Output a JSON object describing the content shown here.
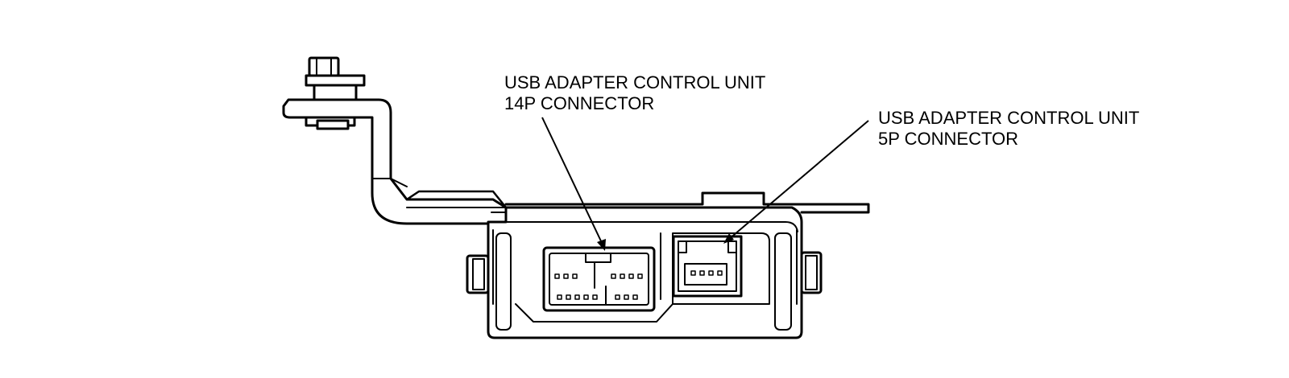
{
  "callouts": {
    "connector_14p": {
      "line1": "USB ADAPTER CONTROL UNIT",
      "line2": "14P CONNECTOR"
    },
    "connector_5p": {
      "line1": "USB ADAPTER CONTROL UNIT",
      "line2": "5P CONNECTOR"
    }
  },
  "colors": {
    "stroke": "#000000",
    "background": "#ffffff"
  }
}
